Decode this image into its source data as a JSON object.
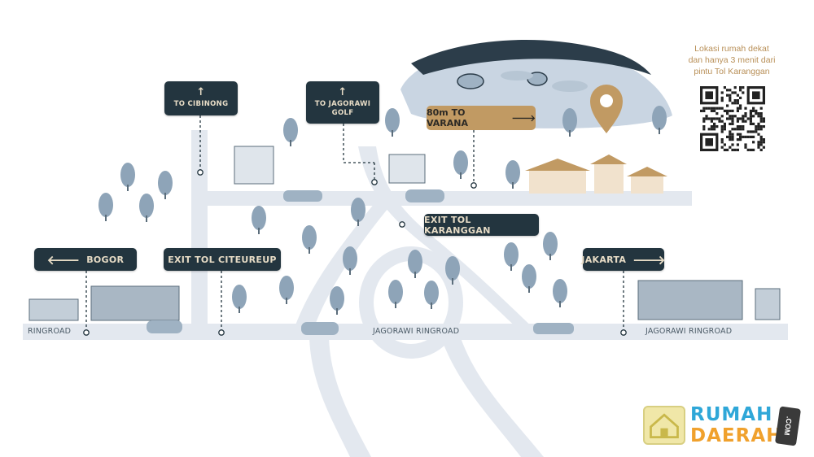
{
  "colors": {
    "road": "#e3e8ef",
    "sign_bg": "#23353f",
    "sign_text": "#e7dcc6",
    "accent": "#c19a63",
    "tree": "#8ea4b8",
    "hill": "#c9d5e2"
  },
  "signs": {
    "cibinong": {
      "arrow": "↑",
      "text": "TO CIBINONG"
    },
    "jagorawi_golf": {
      "arrow": "↑",
      "line1": "TO JAGORAWI",
      "line2": "GOLF"
    },
    "bogor": {
      "arrow": "🡐",
      "text": "BOGOR"
    },
    "exit_citeureup": {
      "text": "EXIT TOL CITEUREUP"
    },
    "exit_karanggan": {
      "text": "EXIT TOL KARANGGAN"
    },
    "jakarta": {
      "text": "JAKARTA",
      "arrow": "🡒"
    }
  },
  "destination": {
    "text": "80m TO VARANA",
    "arrow": "🡒",
    "pin_icon": "location-pin-icon"
  },
  "road_labels": {
    "ringroad": "RINGROAD",
    "jagorawi_center": "JAGORAWI RINGROAD",
    "jagorawi_right": "JAGORAWI RINGROAD"
  },
  "note": {
    "line1": "Lokasi rumah dekat",
    "line2": "dan hanya 3 menit dari",
    "line3": "pintu Tol Karanggan"
  },
  "qr_icon": "qr-code-icon",
  "watermark": {
    "line1": "RUMAH",
    "line2": "DAERAH",
    "suffix": ".COM"
  }
}
